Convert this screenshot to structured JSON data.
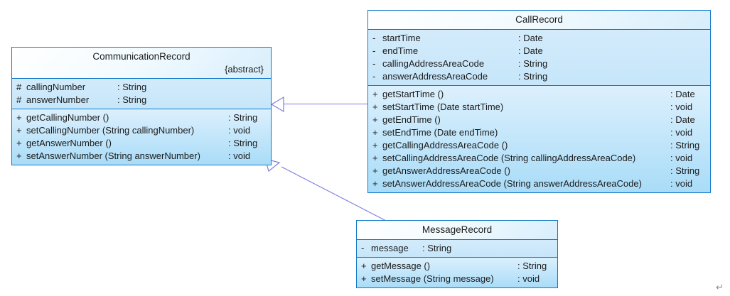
{
  "diagram": {
    "type": "uml-class-diagram",
    "background_color": "#ffffff",
    "border_color": "#1278c8",
    "relation_color": "#7b7ce0",
    "return_mark": "↵"
  },
  "classes": [
    {
      "id": "communication-record",
      "name": "CommunicationRecord",
      "stereotype": "{abstract}",
      "attributes": [
        {
          "visibility": "#",
          "name": "callingNumber",
          "type": ": String"
        },
        {
          "visibility": "#",
          "name": "answerNumber",
          "type": ": String"
        }
      ],
      "operations": [
        {
          "visibility": "+",
          "signature": "getCallingNumber ()",
          "type": ": String"
        },
        {
          "visibility": "+",
          "signature": "setCallingNumber (String callingNumber)",
          "type": ": void"
        },
        {
          "visibility": "+",
          "signature": "getAnswerNumber ()",
          "type": ": String"
        },
        {
          "visibility": "+",
          "signature": "setAnswerNumber (String answerNumber)",
          "type": ": void"
        }
      ]
    },
    {
      "id": "call-record",
      "name": "CallRecord",
      "stereotype": "",
      "attributes": [
        {
          "visibility": "-",
          "name": "startTime",
          "type": ": Date"
        },
        {
          "visibility": "-",
          "name": "endTime",
          "type": ": Date"
        },
        {
          "visibility": "-",
          "name": "callingAddressAreaCode",
          "type": ": String"
        },
        {
          "visibility": "-",
          "name": "answerAddressAreaCode",
          "type": ": String"
        }
      ],
      "operations": [
        {
          "visibility": "+",
          "signature": "getStartTime ()",
          "type": ": Date"
        },
        {
          "visibility": "+",
          "signature": "setStartTime (Date startTime)",
          "type": ": void"
        },
        {
          "visibility": "+",
          "signature": "getEndTime ()",
          "type": ": Date"
        },
        {
          "visibility": "+",
          "signature": "setEndTime (Date endTime)",
          "type": ": void"
        },
        {
          "visibility": "+",
          "signature": "getCallingAddressAreaCode ()",
          "type": ": String"
        },
        {
          "visibility": "+",
          "signature": "setCallingAddressAreaCode (String callingAddressAreaCode)",
          "type": ": void"
        },
        {
          "visibility": "+",
          "signature": "getAnswerAddressAreaCode ()",
          "type": ": String"
        },
        {
          "visibility": "+",
          "signature": "setAnswerAddressAreaCode (String answerAddressAreaCode)",
          "type": ": void"
        }
      ]
    },
    {
      "id": "message-record",
      "name": "MessageRecord",
      "stereotype": "",
      "attributes": [
        {
          "visibility": "-",
          "name": "message",
          "type": ": String"
        }
      ],
      "operations": [
        {
          "visibility": "+",
          "signature": "getMessage ()",
          "type": ": String"
        },
        {
          "visibility": "+",
          "signature": "setMessage (String message)",
          "type": ": void"
        }
      ]
    }
  ],
  "relations": [
    {
      "id": "gen-callrecord",
      "kind": "generalization",
      "from": "CallRecord",
      "to": "CommunicationRecord"
    },
    {
      "id": "gen-messagerecord",
      "kind": "generalization",
      "from": "MessageRecord",
      "to": "CommunicationRecord"
    }
  ]
}
